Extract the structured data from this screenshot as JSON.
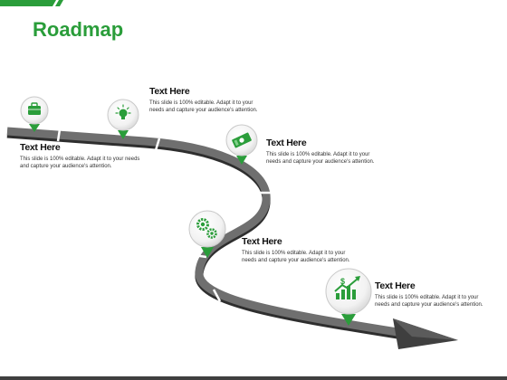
{
  "title": "Roadmap",
  "colors": {
    "accent": "#2a9d3a",
    "road": "#6d6d6d",
    "road_dark": "#3f3f3f",
    "footer": "#3f3f3f"
  },
  "milestones": [
    {
      "icon": "briefcase-icon",
      "heading": "Text Here",
      "body": "This slide is 100% editable. Adapt it to your needs and capture your audience's attention."
    },
    {
      "icon": "lightbulb-icon",
      "heading": "Text Here",
      "body": "This slide is 100% editable. Adapt it to your needs and capture your audience's attention."
    },
    {
      "icon": "money-icon",
      "heading": "Text Here",
      "body": "This slide is 100% editable. Adapt it to your needs and capture your audience's attention."
    },
    {
      "icon": "gears-icon",
      "heading": "Text Here",
      "body": "This slide is 100% editable. Adapt it to your needs and capture your audience's attention."
    },
    {
      "icon": "growth-chart-icon",
      "heading": "Text Here",
      "body": "This slide is 100% editable. Adapt it to your needs and capture your audience's attention."
    }
  ]
}
